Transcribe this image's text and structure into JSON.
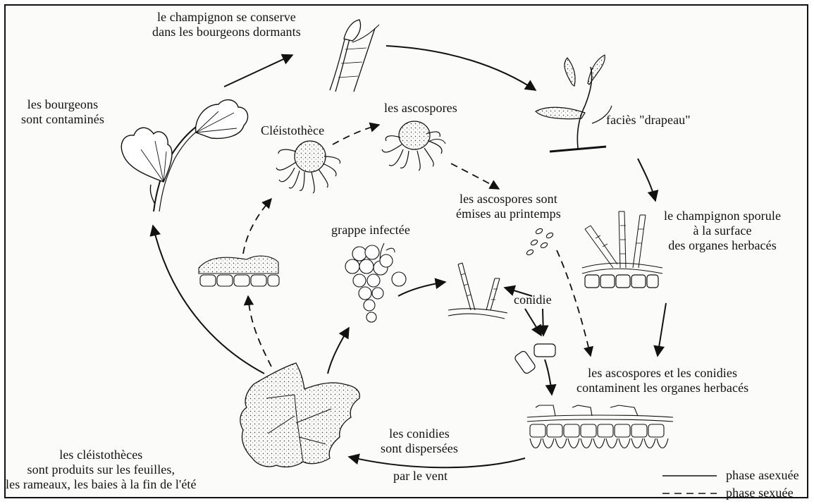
{
  "labels": {
    "bud_storage": [
      "le champignon se conserve",
      "dans les bourgeons dormants"
    ],
    "buds_contaminated": [
      "les bourgeons",
      "sont contaminés"
    ],
    "flag_facies": "faciès \"drapeau\"",
    "cleistothecium": "Cléistothèce",
    "ascospores": "les ascospores",
    "ascospores_spring": [
      "les ascospores sont",
      "émises au printemps"
    ],
    "fungus_sporulates": [
      "le champignon sporule",
      "à la surface",
      "des organes herbacés"
    ],
    "infected_cluster": "grappe infectée",
    "conidium": "conidie",
    "contamination": [
      "les ascospores et les conidies",
      "contaminent les organes herbacés"
    ],
    "conidia_dispersed": [
      "les conidies",
      "sont dispersées"
    ],
    "by_wind": "par le vent",
    "cleistothecia_produced": [
      "les cléistothèces",
      "sont produits sur les feuilles,",
      "les rameaux, les baies à la fin de l'été"
    ]
  },
  "legend": {
    "asexual": "phase asexuée",
    "sexual": "phase sexuée"
  }
}
